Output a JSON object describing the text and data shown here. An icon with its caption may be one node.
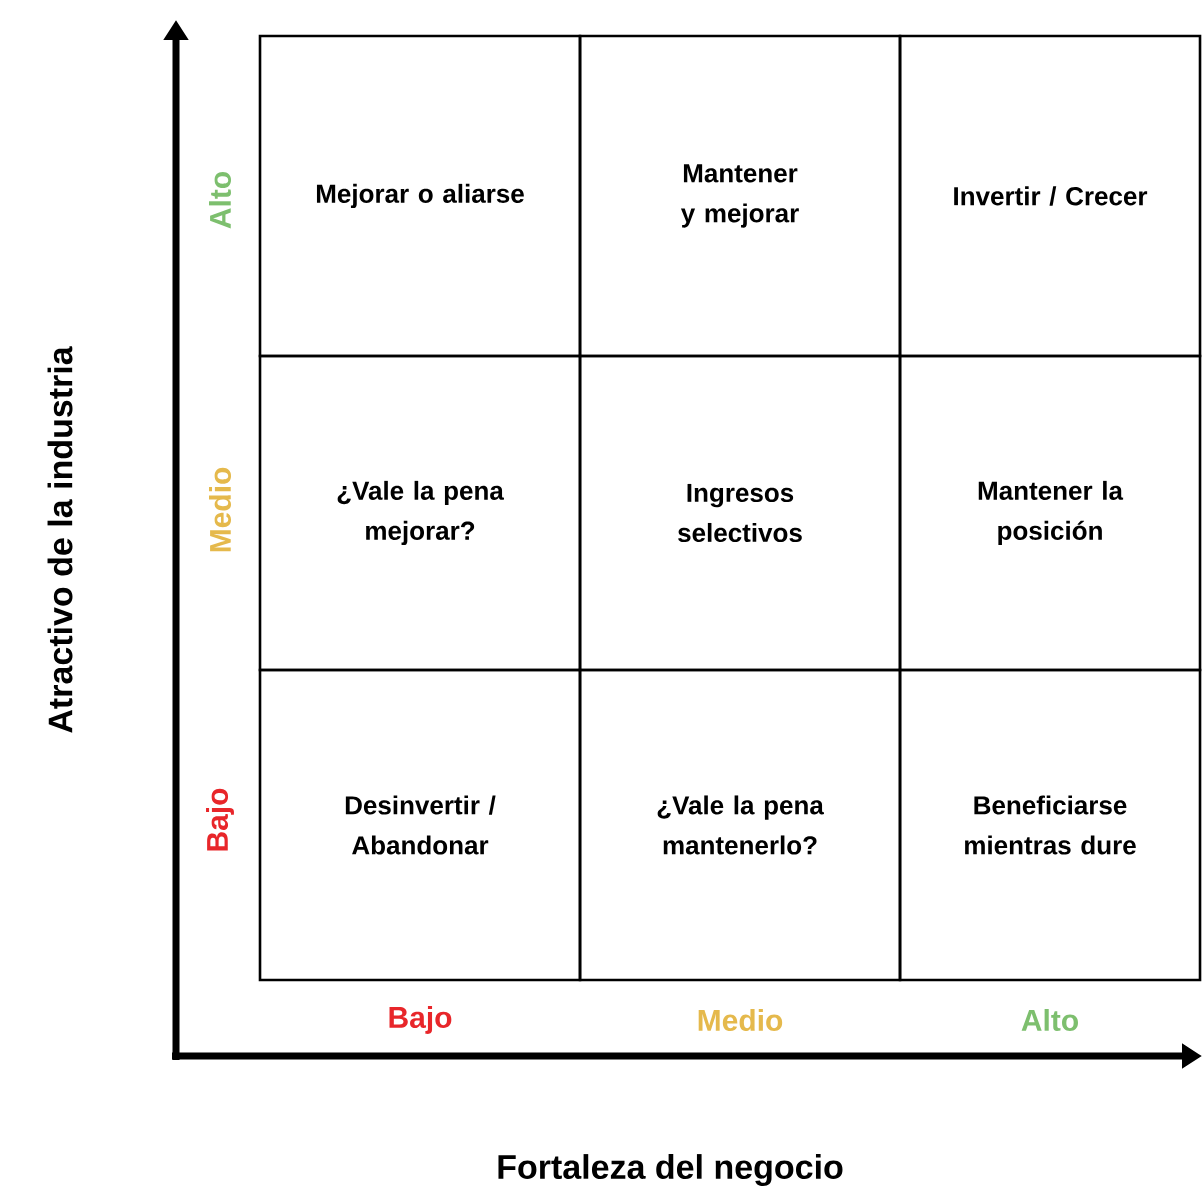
{
  "diagram": {
    "nodes": [
      {
        "text": [
          "Mejorar o aliarse"
        ]
      },
      {
        "text": [
          "Mantener y mejorar"
        ]
      },
      {
        "text": [
          "Invertir / Crecer"
        ]
      },
      {
        "text": [
          "¿Vale la pena mejorar?"
        ]
      },
      {
        "text": [
          "Ingresos selectivos"
        ]
      },
      {
        "text": [
          "Mantener la posición"
        ]
      },
      {
        "text": [
          "Desinvertir / Abandonar"
        ]
      },
      {
        "text": [
          "¿Vale la pena mantenerlo?"
        ]
      },
      {
        "text": [
          "Beneficiarse mientras dure"
        ]
      }
    ],
    "labels": [
      "Atractivo de la industria",
      "Alto",
      "Medio",
      "Bajo",
      "Bajo",
      "Medio",
      "Alto",
      "Fortaleza del negocio"
    ]
  }
}
